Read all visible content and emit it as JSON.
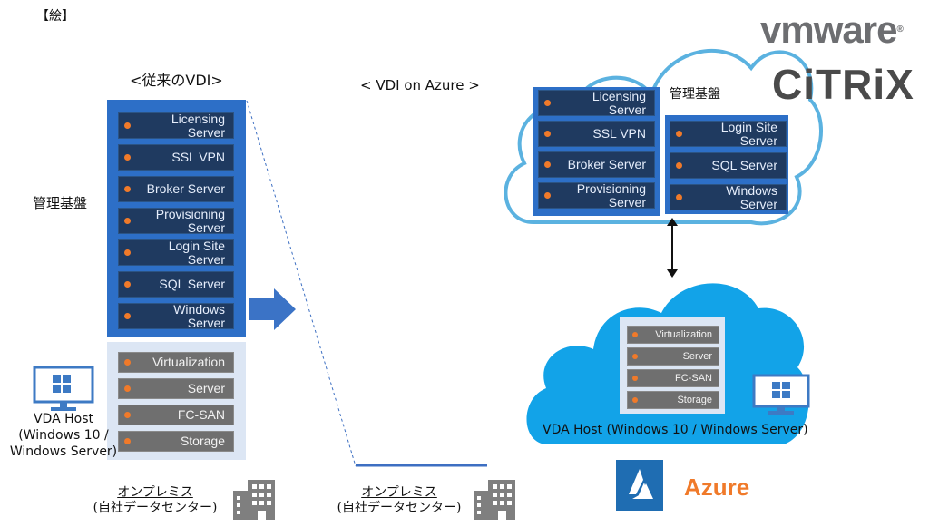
{
  "header_tag": "【絵】",
  "left": {
    "title": "<従来のVDI>",
    "mgmt_label": "管理基盤",
    "mgmt_items": [
      "Licensing Server",
      "SSL VPN",
      "Broker Server",
      "Provisioning Server",
      "Login Site Server",
      "SQL Server",
      "Windows Server"
    ],
    "host_items": [
      "Virtualization",
      "Server",
      "FC-SAN",
      "Storage"
    ],
    "vda_label": "VDA Host\n(Windows 10 /\nWindows Server)",
    "onprem_title": "オンプレミス",
    "onprem_sub": "(自社データセンター)"
  },
  "middle": {
    "onprem_title": "オンプレミス",
    "onprem_sub": "(自社データセンター)"
  },
  "right": {
    "title": "< VDI on Azure >",
    "mgmt_label": "管理基盤",
    "mgmt_col1": [
      "Licensing Server",
      "SSL VPN",
      "Broker Server",
      "Provisioning Server"
    ],
    "mgmt_col2": [
      "Login Site Server",
      "SQL Server",
      "Windows Server"
    ],
    "host_items": [
      "Virtualization",
      "Server",
      "FC-SAN",
      "Storage"
    ],
    "vda_label": "VDA Host (Windows 10 / Windows Server)",
    "azure_label": "Azure"
  },
  "logos": {
    "vmware": "vmware",
    "citrix": "CiTRiX"
  },
  "colors": {
    "dark_bar": "#1f3a60",
    "blue_panel": "#2d6fc7",
    "bullet": "#f07a2a",
    "gray_bar": "#6f6f6f",
    "cloud_outline": "#5bb2e0",
    "cloud_fill": "#12a3e8",
    "azure_blue": "#1f6db2",
    "azure_text": "#f07a2a"
  }
}
